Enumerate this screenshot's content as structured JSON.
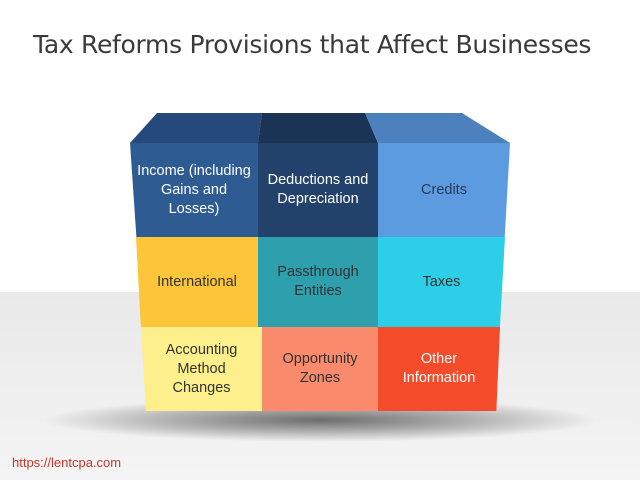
{
  "title": "Tax Reforms Provisions that Affect Businesses",
  "cells": [
    {
      "label": "Income (including Gains and Losses)",
      "color": "#2f5b93"
    },
    {
      "label": "Deductions and Depreciation",
      "color": "#22426b"
    },
    {
      "label": "Credits",
      "color": "#5c9be0"
    },
    {
      "label": "International",
      "color": "#fdc63a"
    },
    {
      "label": "Passthrough Entities",
      "color": "#2d9fad"
    },
    {
      "label": "Taxes",
      "color": "#2dcfe8"
    },
    {
      "label": "Accounting Method Changes",
      "color": "#fdf08c"
    },
    {
      "label": "Opportunity Zones",
      "color": "#f98a6c"
    },
    {
      "label": "Other Information",
      "color": "#f44b2b"
    }
  ],
  "footer_link": "https://lentcpa.com"
}
